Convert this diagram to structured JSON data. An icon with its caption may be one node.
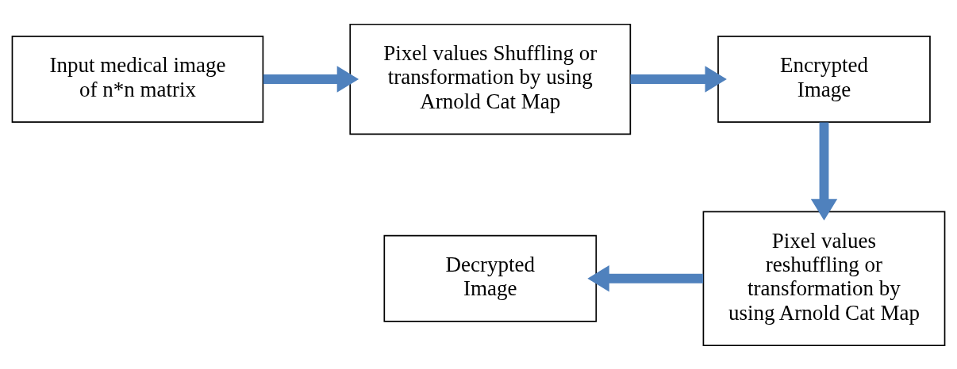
{
  "diagram": {
    "nodes": [
      {
        "text": [
          "Input medical image of n*n matrix"
        ]
      },
      {
        "text": [
          "Pixel values Shuffling or transformation by using Arnold Cat Map"
        ]
      },
      {
        "text": [
          "Encrypted Image"
        ]
      },
      {
        "text": [
          "Pixel values reshuffling or transformation by using Arnold Cat Map"
        ]
      },
      {
        "text": [
          "Decrypted Image"
        ]
      }
    ],
    "edges": [
      {
        "from": 0,
        "to": 1,
        "arrow": "to"
      },
      {
        "from": 1,
        "to": 2,
        "arrow": "to"
      },
      {
        "from": 2,
        "to": 3,
        "arrow": "to"
      },
      {
        "from": 3,
        "to": 4,
        "arrow": "to"
      }
    ]
  }
}
